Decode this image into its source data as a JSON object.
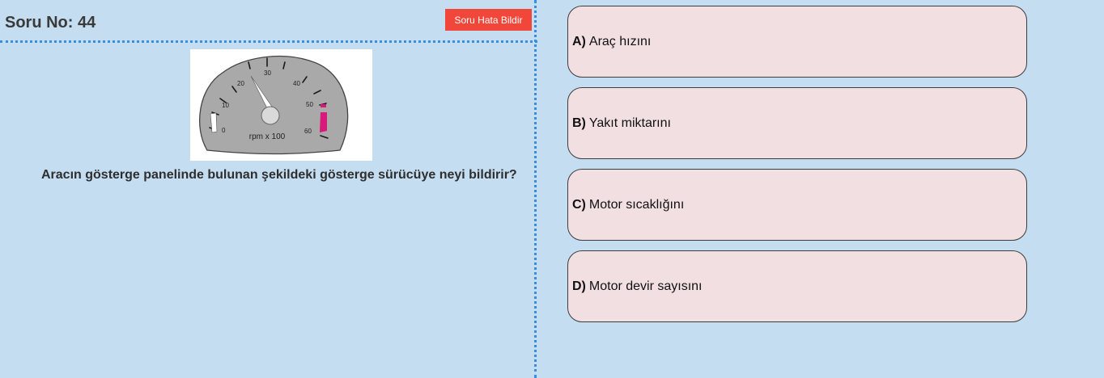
{
  "header": {
    "question_number": "Soru No: 44",
    "report_label": "Soru Hata Bildir"
  },
  "question": {
    "text": "Aracın gösterge panelinde bulunan şekildeki gösterge sürücüye neyi bildirir?",
    "figure": {
      "scale_labels": [
        "0",
        "10",
        "20",
        "30",
        "40",
        "50",
        "60"
      ],
      "unit_label": "rpm x 100",
      "needle_value": 20,
      "colors": {
        "dial_fill": "#a9a9a9",
        "redline": "#d9187c",
        "indicator": "#ffffff"
      }
    }
  },
  "answers": [
    {
      "letter": "A)",
      "text": "Araç hızını"
    },
    {
      "letter": "B)",
      "text": "Yakıt miktarını"
    },
    {
      "letter": "C)",
      "text": "Motor sıcaklığını"
    },
    {
      "letter": "D)",
      "text": "Motor devir sayısını"
    }
  ],
  "colors": {
    "background": "#c5ddf0",
    "answer_bg": "#f2dfe1",
    "report_button": "#f0473a",
    "divider": "#3a8ee0"
  }
}
